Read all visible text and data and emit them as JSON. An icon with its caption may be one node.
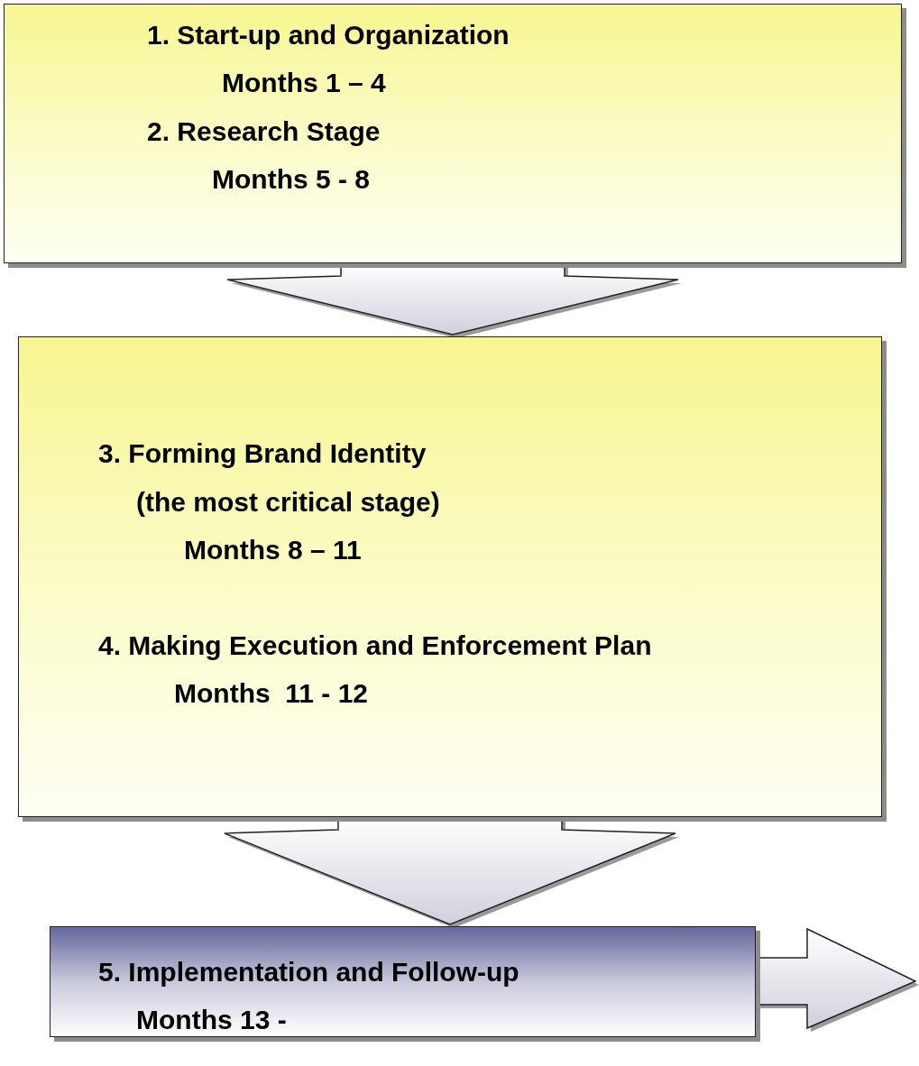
{
  "diagram": {
    "nodes": [
      {
        "text": [
          "1. Start-up and Organization",
          "Months 1 – 4",
          "2. Research Stage",
          "Months 5 - 8"
        ]
      },
      {
        "text": [
          "3. Forming Brand Identity",
          "(the most critical stage)",
          "Months 8 – 11",
          "4. Making Execution and Enforcement Plan",
          "Months  11 - 12"
        ]
      },
      {
        "text": [
          "5. Implementation and Follow-up",
          "Months 13 -"
        ]
      }
    ],
    "edges": [
      {
        "from": 0,
        "to": 1,
        "arrow": "to"
      },
      {
        "from": 1,
        "to": 2,
        "arrow": "to"
      },
      {
        "from": 2,
        "to": null,
        "arrow": "to"
      }
    ]
  }
}
